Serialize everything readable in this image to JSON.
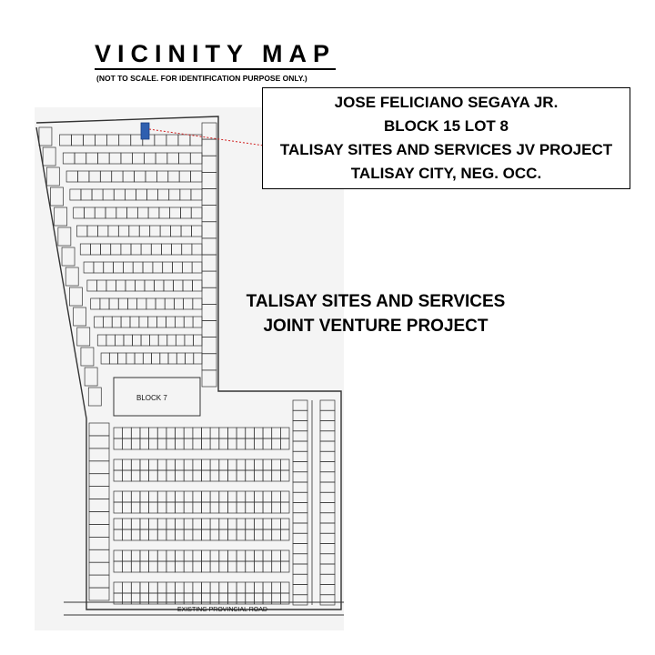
{
  "title": "VICINITY MAP",
  "subtitle": "(NOT TO SCALE. FOR IDENTIFICATION PURPOSE ONLY.)",
  "info_box": {
    "lines": [
      "JOSE FELICIANO SEGAYA JR.",
      "BLOCK 15 LOT 8",
      "TALISAY SITES AND SERVICES JV PROJECT",
      "TALISAY CITY, NEG. OCC."
    ]
  },
  "project_label": {
    "line1": "TALISAY SITES AND SERVICES",
    "line2": "JOINT VENTURE PROJECT"
  },
  "map_labels": {
    "road": "EXISTING PROVINCIAL ROAD",
    "block": "BLOCK 7"
  },
  "colors": {
    "highlight_lot": "#2f5fb0",
    "pointer_line": "#d02020",
    "lines": "#333333"
  }
}
